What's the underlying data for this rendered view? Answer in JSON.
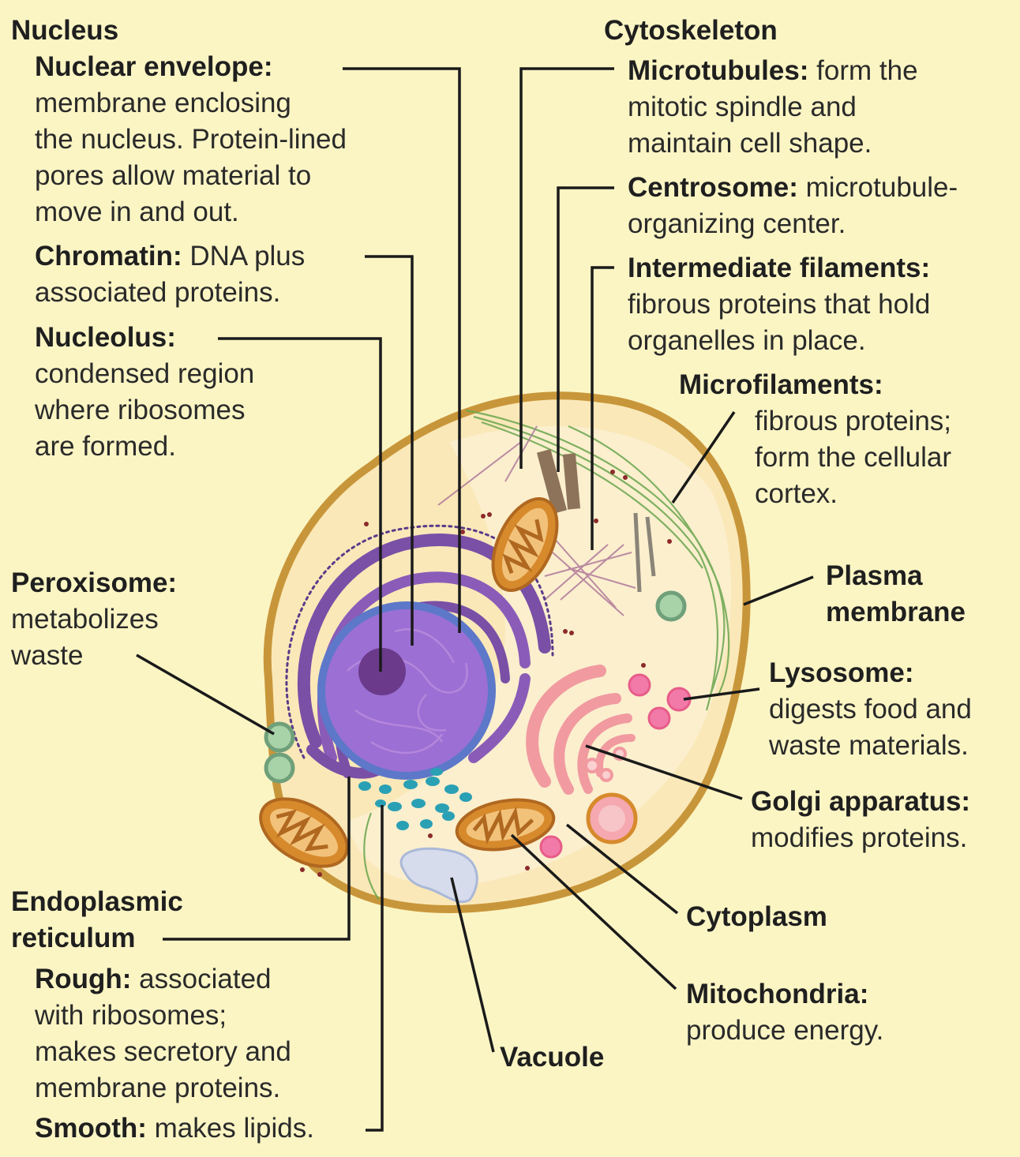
{
  "nucleus": {
    "heading": "Nucleus",
    "nuclear_envelope": {
      "term": "Nuclear envelope:",
      "lines": [
        "membrane enclosing",
        "the nucleus. Protein-lined",
        "pores allow material to",
        "move in and out."
      ]
    },
    "chromatin": {
      "term": "Chromatin:",
      "inline": " DNA plus",
      "lines": [
        "associated proteins."
      ]
    },
    "nucleolus": {
      "term": "Nucleolus:",
      "lines": [
        "condensed region",
        "where ribosomes",
        "are formed."
      ]
    }
  },
  "cytoskeleton": {
    "heading": "Cytoskeleton",
    "microtubules": {
      "term": "Microtubules:",
      "inline": " form the",
      "lines": [
        "mitotic spindle and",
        "maintain cell shape."
      ]
    },
    "centrosome": {
      "term": "Centrosome:",
      "inline": " microtubule-",
      "lines": [
        "organizing center."
      ]
    },
    "intermediate_filaments": {
      "term": "Intermediate filaments:",
      "lines": [
        "fibrous proteins that hold",
        "organelles in place."
      ]
    },
    "microfilaments": {
      "term": "Microfilaments:",
      "lines": [
        "fibrous proteins;",
        "form the cellular",
        "cortex."
      ]
    }
  },
  "peroxisome": {
    "term": "Peroxisome:",
    "lines": [
      "metabolizes",
      "waste"
    ]
  },
  "plasma_membrane": {
    "lines": [
      "Plasma",
      "membrane"
    ]
  },
  "lysosome": {
    "term": "Lysosome:",
    "lines": [
      "digests food and",
      "waste materials."
    ]
  },
  "golgi": {
    "term": "Golgi apparatus:",
    "lines": [
      "modifies proteins."
    ]
  },
  "cytoplasm": {
    "term": "Cytoplasm"
  },
  "mitochondria": {
    "term": "Mitochondria:",
    "lines": [
      "produce energy."
    ]
  },
  "vacuole": {
    "term": "Vacuole"
  },
  "er": {
    "heading_lines": [
      "Endoplasmic",
      "reticulum"
    ],
    "rough": {
      "term": "Rough:",
      "inline": " associated",
      "lines": [
        "with ribosomes;",
        "makes secretory and",
        "membrane proteins."
      ]
    },
    "smooth": {
      "term": "Smooth:",
      "inline": " makes lipids."
    }
  },
  "colors": {
    "background": "#fbf5c4",
    "cell_fill": "#fae8b8",
    "membrane": "#c8963a",
    "nucleus": "#8a58c8",
    "rough_er": "#7a4fa6",
    "golgi": "#f19aa0",
    "mitochondria": "#d78a2c",
    "lysosome": "#e85c8a",
    "peroxisome": "#8fbf98",
    "smooth_er": "#2aa0b4",
    "vacuole": "#d6dcec",
    "leader": "#1a1a1a"
  }
}
